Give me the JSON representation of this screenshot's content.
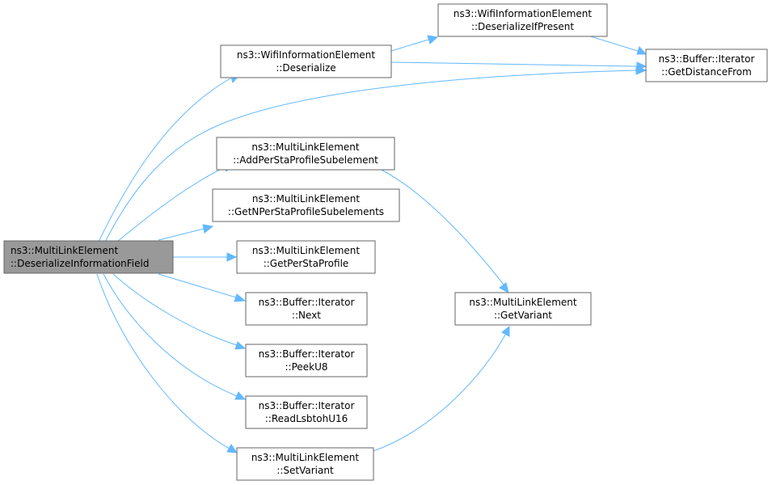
{
  "colors": {
    "edge": "#63b8ff",
    "node_border": "#666666",
    "root_fill": "#999999",
    "node_fill": "#ffffff"
  },
  "nodes": {
    "root": {
      "line1": "ns3::MultiLinkElement",
      "line2": "::DeserializeInformationField"
    },
    "wie_deserialize": {
      "line1": "ns3::WifiInformationElement",
      "line2": "::Deserialize"
    },
    "wie_deserialize_if_present": {
      "line1": "ns3::WifiInformationElement",
      "line2": "::DeserializeIfPresent"
    },
    "buffer_get_distance": {
      "line1": "ns3::Buffer::Iterator",
      "line2": "::GetDistanceFrom"
    },
    "mle_add_per_sta": {
      "line1": "ns3::MultiLinkElement",
      "line2": "::AddPerStaProfileSubelement"
    },
    "mle_get_n_per_sta": {
      "line1": "ns3::MultiLinkElement",
      "line2": "::GetNPerStaProfileSubelements"
    },
    "mle_get_per_sta": {
      "line1": "ns3::MultiLinkElement",
      "line2": "::GetPerStaProfile"
    },
    "buffer_next": {
      "line1": "ns3::Buffer::Iterator",
      "line2": "::Next"
    },
    "buffer_peek_u8": {
      "line1": "ns3::Buffer::Iterator",
      "line2": "::PeekU8"
    },
    "buffer_read_lsb": {
      "line1": "ns3::Buffer::Iterator",
      "line2": "::ReadLsbtohU16"
    },
    "mle_set_variant": {
      "line1": "ns3::MultiLinkElement",
      "line2": "::SetVariant"
    },
    "mle_get_variant": {
      "line1": "ns3::MultiLinkElement",
      "line2": "::GetVariant"
    }
  },
  "edges": [
    {
      "from": "root",
      "to": "wie_deserialize"
    },
    {
      "from": "root",
      "to": "buffer_get_distance"
    },
    {
      "from": "root",
      "to": "mle_add_per_sta"
    },
    {
      "from": "root",
      "to": "mle_get_n_per_sta"
    },
    {
      "from": "root",
      "to": "mle_get_per_sta"
    },
    {
      "from": "root",
      "to": "buffer_next"
    },
    {
      "from": "root",
      "to": "buffer_peek_u8"
    },
    {
      "from": "root",
      "to": "buffer_read_lsb"
    },
    {
      "from": "root",
      "to": "mle_set_variant"
    },
    {
      "from": "wie_deserialize",
      "to": "wie_deserialize_if_present"
    },
    {
      "from": "wie_deserialize",
      "to": "buffer_get_distance"
    },
    {
      "from": "wie_deserialize_if_present",
      "to": "buffer_get_distance"
    },
    {
      "from": "mle_add_per_sta",
      "to": "mle_get_variant"
    },
    {
      "from": "mle_set_variant",
      "to": "mle_get_variant"
    }
  ]
}
